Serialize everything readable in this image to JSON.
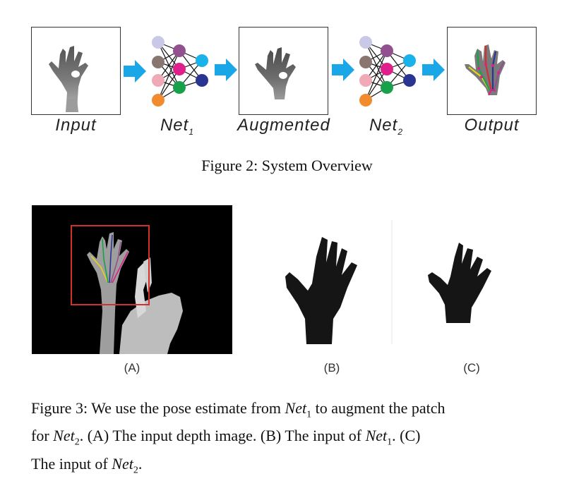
{
  "figure2": {
    "labels": {
      "input": "Input",
      "net1_base": "Net",
      "net1_sub": "1",
      "augmented": "Augmented",
      "net2_base": "Net",
      "net2_sub": "2",
      "output": "Output"
    },
    "caption": "Figure 2: System Overview",
    "colors": {
      "arrow": "#1aa7e8",
      "node_lavender": "#c9c8e6",
      "node_brown": "#8a7670",
      "node_pink": "#f0a9b6",
      "node_orange": "#f28a2e",
      "node_purple": "#93508f",
      "node_magenta": "#e0208a",
      "node_green": "#16a14a",
      "node_cyan": "#1ab2ea",
      "node_navy": "#2a3592"
    }
  },
  "figure3": {
    "panel_labels": [
      "(A)",
      "(B)",
      "(C)"
    ],
    "caption": {
      "l1_a": "Figure 3: We use the pose estimate from ",
      "l1_m": "Net",
      "l1_s": "1",
      "l1_b": " to augment the patch",
      "l2_a": "for ",
      "l2_m": "Net",
      "l2_s": "2",
      "l2_b": ". (A) The input depth image. (B) The input of ",
      "l2_m2": "Net",
      "l2_s2": "1",
      "l2_c": ". (C)",
      "l3_a": "The input of ",
      "l3_m": "Net",
      "l3_s": "2",
      "l3_b": "."
    },
    "colors": {
      "crop_box": "#d0302e",
      "depth_bg": "#000000"
    }
  }
}
